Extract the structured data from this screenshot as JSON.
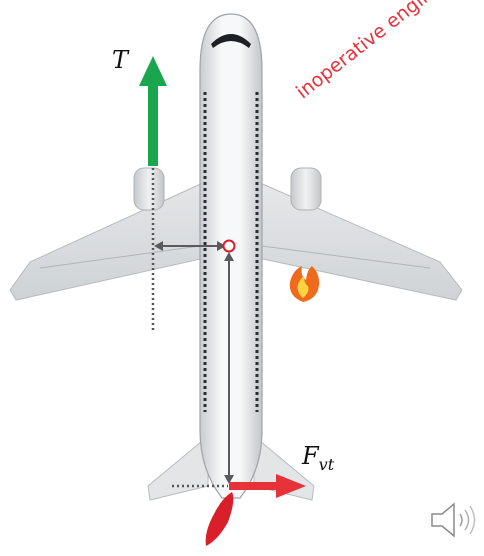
{
  "labels": {
    "thrust": "T",
    "force_main": "F",
    "force_sub": "vt",
    "inoperative": "inoperative engine"
  },
  "icons": {
    "audio": "speaker-icon",
    "flame": "flame-icon",
    "rudder": "rudder-icon"
  },
  "colors": {
    "thrust_arrow": "#1aa64e",
    "force_arrow": "#e8323a",
    "label_red": "#e8323a",
    "moment_arm": "#5a5a5a",
    "cg_marker": "#d61f2a",
    "fuselage": "#e6e8ea"
  }
}
